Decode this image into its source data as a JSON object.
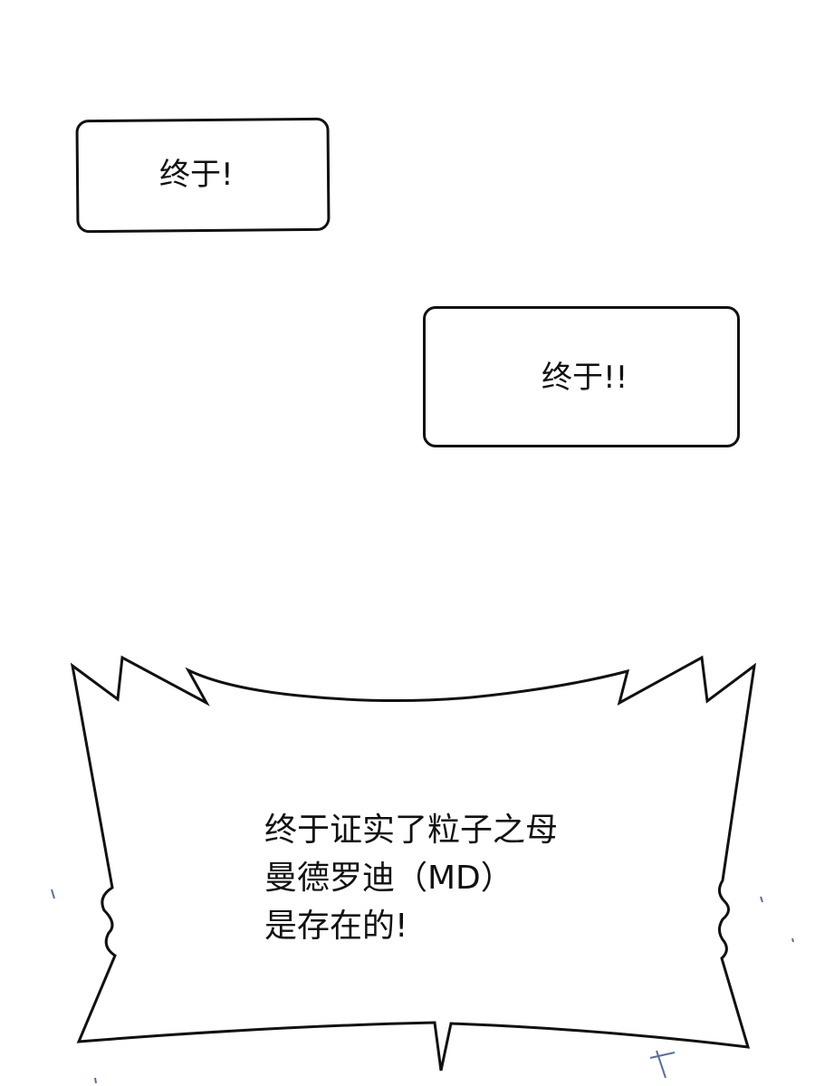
{
  "bubbles": [
    {
      "text": "终于!"
    },
    {
      "text": "终于!!"
    },
    {
      "lines": [
        "终于证实了粒子之母",
        "曼德罗迪（MD）",
        "是存在的!"
      ]
    }
  ],
  "colors": {
    "ink": "#111111",
    "background": "#ffffff",
    "sketch": "#5a6f9a"
  }
}
